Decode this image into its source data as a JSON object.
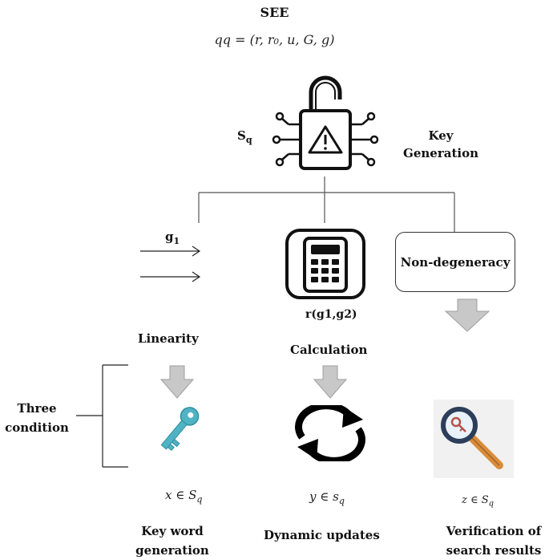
{
  "diagram": {
    "title": "SEE",
    "formula": "qq = (r, r₀, u, G, g)",
    "sq_label": "S",
    "sq_sub": "q",
    "key_generation_line1": "Key",
    "key_generation_line2": "Generation",
    "g1_label": "g",
    "g1_sub": "1",
    "calc_label": "r(g1,g2)",
    "non_degeneracy": "Non-degeneracy",
    "linearity": "Linearity",
    "calculation": "Calculation",
    "three_condition_line1": "Three",
    "three_condition_line2": "condition",
    "x_math": "x ∈ S",
    "x_sub": "q",
    "y_math": "y ∈ s",
    "y_sub": "q",
    "z_math": "z ∈ S",
    "z_sub": "q",
    "keyword_line1": "Key word",
    "keyword_line2": "generation",
    "dynamic_updates": "Dynamic updates",
    "verification_line1": "Verification of",
    "verification_line2": "search results"
  },
  "colors": {
    "arrow_gray": "#bdbdbd",
    "key_teal": "#4fb3c4",
    "magnifier_navy": "#2d3e5a",
    "handle_orange": "#d98c3a"
  }
}
